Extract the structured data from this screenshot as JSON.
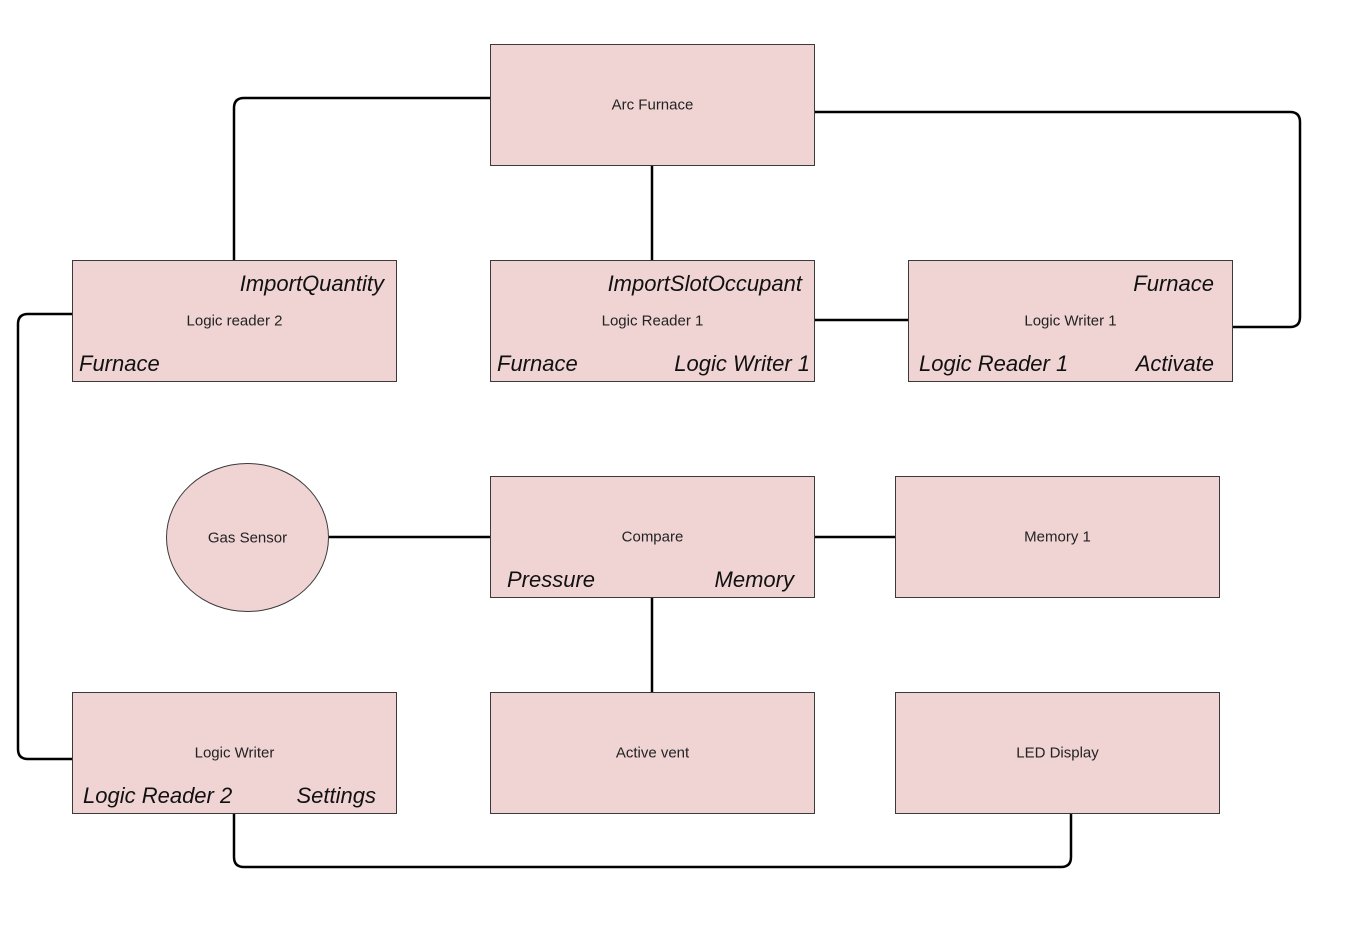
{
  "nodes": {
    "arc_furnace": {
      "label": "Arc Furnace"
    },
    "logic_reader_2": {
      "label": "Logic reader 2",
      "port_top_right": "ImportQuantity",
      "port_bottom_left": "Furnace"
    },
    "logic_reader_1": {
      "label": "Logic Reader 1",
      "port_top_right": "ImportSlotOccupant",
      "port_bottom_left": "Furnace",
      "port_bottom_right": "Logic Writer 1"
    },
    "logic_writer_1": {
      "label": "Logic Writer 1",
      "port_top_right": "Furnace",
      "port_bottom_left": "Logic Reader 1",
      "port_bottom_right": "Activate"
    },
    "gas_sensor": {
      "label": "Gas Sensor"
    },
    "compare": {
      "label": "Compare",
      "port_bottom_left": "Pressure",
      "port_bottom_right": "Memory"
    },
    "memory_1": {
      "label": "Memory 1"
    },
    "logic_writer": {
      "label": "Logic Writer",
      "port_bottom_left": "Logic Reader 2",
      "port_bottom_right": "Settings"
    },
    "active_vent": {
      "label": "Active vent"
    },
    "led_display": {
      "label": "LED Display"
    }
  },
  "colors": {
    "node_fill": "#f0d4d4",
    "node_border": "#3a3a3a",
    "connector": "#000000",
    "background": "#ffffff"
  }
}
